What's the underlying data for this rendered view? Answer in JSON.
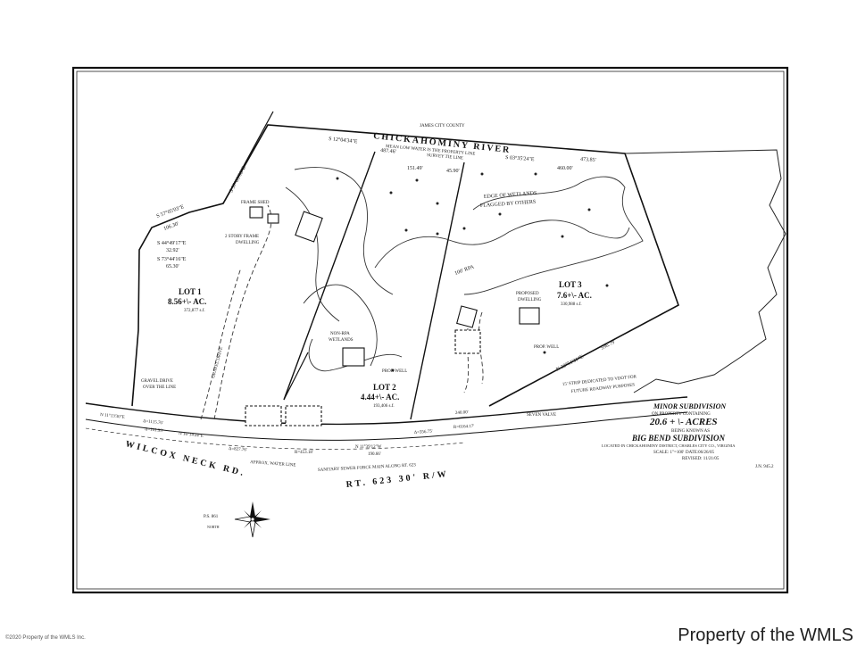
{
  "watermark": "Property of the WMLS",
  "copyright": "©2020 Property of the WMLS Inc.",
  "river": "CHICKAHOMINY RIVER",
  "county_label": "JAMES CITY COUNTY",
  "mean_low_water": "MEAN LOW WATER IS THE PROPERTY LINE",
  "survey_tie_line": "SURVEY TIE LINE",
  "edge_of_wetlands": "EDGE OF WETLANDS",
  "flagged": "FLAGGED BY OTHERS",
  "frame_shed": "FRAME SHED",
  "stone_dwelling_1": "2 STORY FRAME",
  "stone_dwelling_2": "DWELLING",
  "gravel_drive": "GRAVEL DRIVE",
  "gravel_drive_tie_1": "GRAVEL DRIVE",
  "gravel_drive_tie_2": "OVER THE LINE",
  "rpa": "100' RPA",
  "non_rpa_wetlands_1": "NON-RPA",
  "non_rpa_wetlands_2": "WETLANDS",
  "lots": [
    {
      "name": "LOT 1",
      "area": "8.56+\\- AC.",
      "sqft": "372,877 s.f."
    },
    {
      "name": "LOT 2",
      "area": "4.44+\\- AC.",
      "sqft": "193,406 s.f."
    },
    {
      "name": "LOT 3",
      "area": "7.6+\\- AC.",
      "sqft": "330,988 s.f."
    }
  ],
  "proposed_dwelling_1": "PROPOSED",
  "proposed_dwelling_2": "DWELLING",
  "prop_well": "PROP. WELL",
  "bearings": {
    "b1": "S 12°04'34\"E",
    "b2": "S 03°35'24\"E",
    "b3": "S 44°49'17\"E",
    "b4": "S 73°44'16\"E",
    "b5": "S 57°09'06\"E",
    "b6": "N 11°13'30\"E",
    "b7": "N 16°14'24\"E",
    "b8": "N 11°39'12\"W",
    "b9": "N 30°51'31\"E",
    "b10": "S 57°05'03\"E"
  },
  "distances": {
    "d1": "487.46'",
    "d2": "473.85'",
    "d3": "460.00'",
    "d4": "32.92'",
    "d5": "65.30'",
    "d6": "106.30'",
    "d7": "151.49'",
    "d8": "45.90'",
    "d9": "190.66'",
    "d10": "596.79'",
    "d11": "240.00'"
  },
  "curve_1": "Δ=1115.76'",
  "curve_2": "Δ=101.93'",
  "curve_3": "Δ=827.76'",
  "curve_4": "R=453.18'",
  "curve_5": "Δ=356.75'",
  "curve_6": "R=6164.17'",
  "affect_water_line": "APPROX. WATER LINE",
  "fence_note": "SANITARY SEWER FORCE MAIN ALONG RT. 623",
  "strip_note_1": "15' STRIP DEDICATED TO VDOT FOR",
  "strip_note_2": "FUTURE ROADWAY PURPOSES",
  "seven_valve": "SEVEN VALVE",
  "road_1": "WILCOX NECK RD.",
  "road_2": "RT. 623 30' R/W",
  "title_block": {
    "line1": "MINOR SUBDIVISION",
    "line2": "ON PROPERTY CONTAINING",
    "acres": "20.6 + \\- ACRES",
    "line4": "BEING KNOWN AS",
    "name": "BIG BEND SUBDIVISION",
    "line6": "LOCATED IN CHICKAHOMINY DISTRICT, CHARLES CITY CO., VIRGINIA",
    "scale": "SCALE: 1\"=100'",
    "date": "DATE:06/26/05",
    "revised": "REVISED: 11/21/05",
    "job": "J.N. 945.2"
  },
  "north_label_1": "P.S. 861",
  "north_label_2": "NORTH"
}
